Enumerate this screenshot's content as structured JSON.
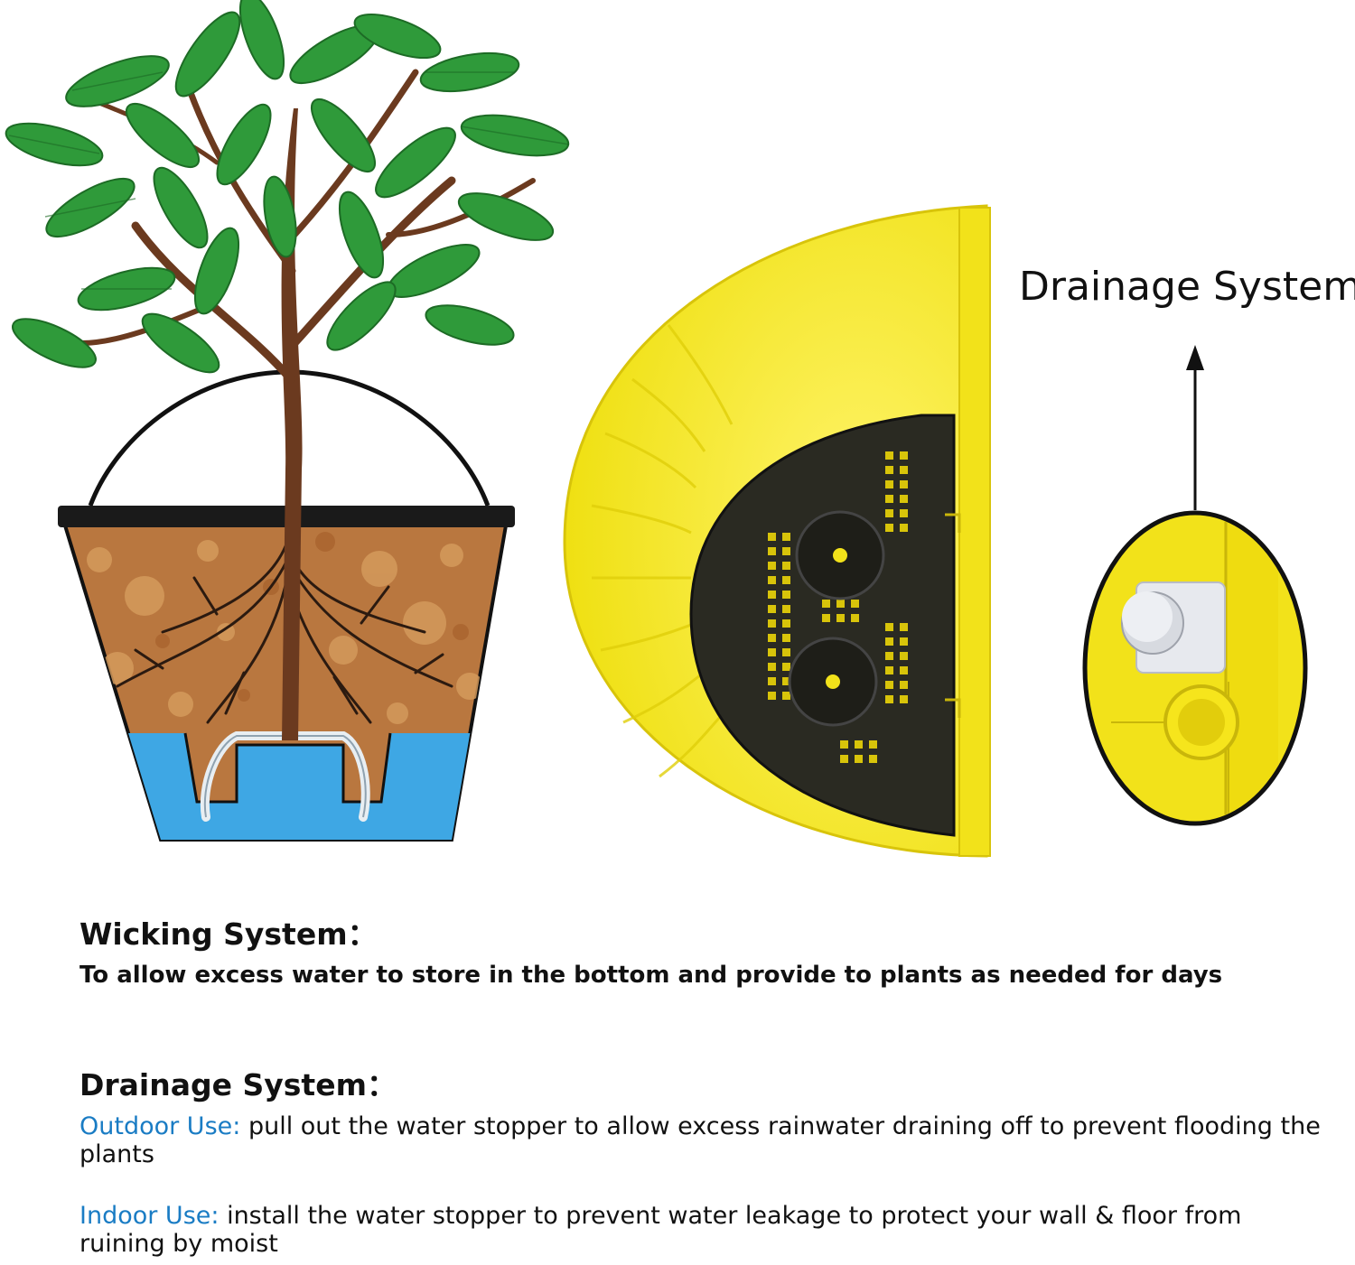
{
  "diagram": {
    "callout_label": "Drainage System",
    "colors": {
      "pot_rim": "#1a1a1a",
      "soil": "#b9773f",
      "water": "#3ea7e4",
      "leaf": "#2f9a3a",
      "trunk": "#6b3a1f",
      "planter_yellow": "#f6e61a",
      "insert_black": "#2a2a22"
    },
    "icons": [
      "plant-pot-icon",
      "planter-bottom-icon",
      "drain-stopper-icon",
      "arrow-up-icon"
    ]
  },
  "wicking": {
    "title": "Wicking System：",
    "body": "To allow excess water to store in the bottom and provide to plants as needed for days"
  },
  "drainage": {
    "title": "Drainage System：",
    "outdoor_lead": "Outdoor Use:",
    "outdoor_text": " pull out the water stopper to allow excess rainwater draining off to prevent flooding the plants",
    "indoor_lead": "Indoor Use:",
    "indoor_text": " install the water stopper to prevent water leakage to protect your wall & floor from ruining by moist"
  }
}
